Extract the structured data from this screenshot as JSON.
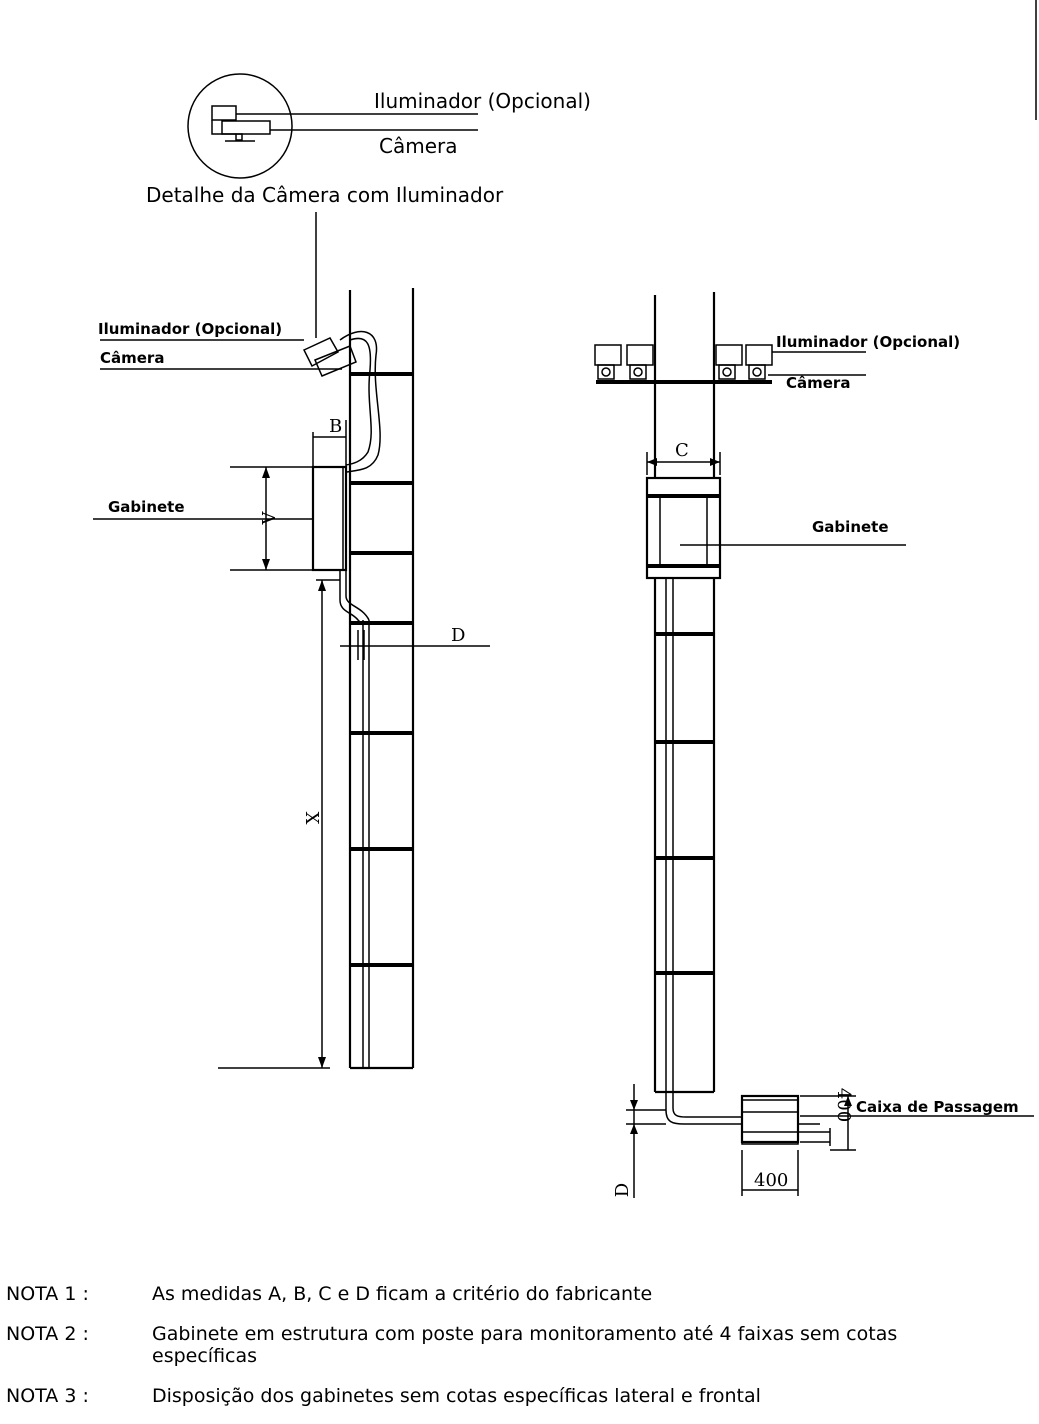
{
  "detail": {
    "title": "Detalhe da Câmera com Iluminador",
    "iluminador": "Iluminador (Opcional)",
    "camera": "Câmera"
  },
  "side_view": {
    "iluminador": "Iluminador (Opcional)",
    "camera": "Câmera",
    "gabinete": "Gabinete",
    "dim_a": "A",
    "dim_b": "B",
    "dim_d": "D",
    "dim_x": "X"
  },
  "front_view": {
    "iluminador": "Iluminador (Opcional)",
    "camera": "Câmera",
    "gabinete": "Gabinete",
    "dim_c": "C",
    "dim_d": "D",
    "caixa": "Caixa de Passagem",
    "dim_400_v": "400",
    "dim_400_h": "400"
  },
  "notes": [
    {
      "label": "NOTA 1 :",
      "text": "As medidas A, B, C e D ficam a critério do fabricante"
    },
    {
      "label": "NOTA 2 :",
      "text": "Gabinete em estrutura com poste para monitoramento até 4 faixas sem cotas específicas"
    },
    {
      "label": "NOTA 3 :",
      "text": "Disposição dos gabinetes sem cotas específicas lateral e frontal"
    }
  ]
}
